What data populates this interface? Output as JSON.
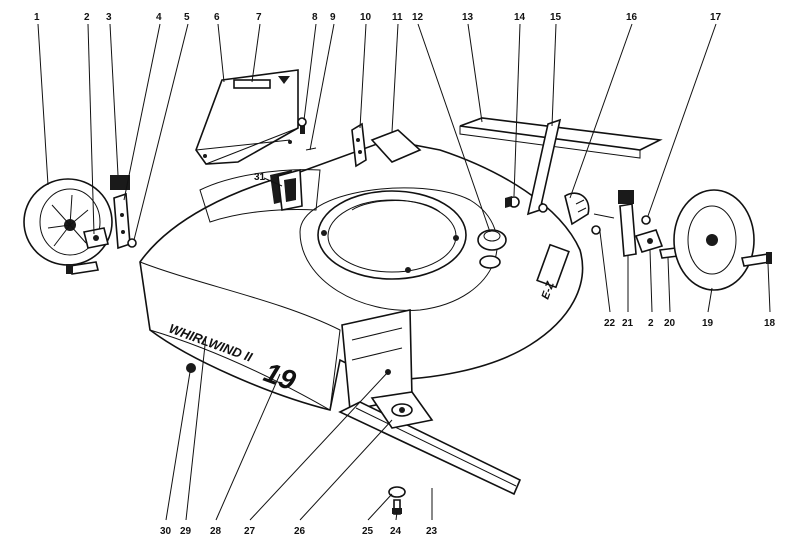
{
  "diagram": {
    "brand_text": "WHIRLWIND II",
    "deck_number": "19",
    "logo_text": "E-Z"
  },
  "callouts": [
    {
      "id": "1",
      "label": "1"
    },
    {
      "id": "2a",
      "label": "2"
    },
    {
      "id": "3",
      "label": "3"
    },
    {
      "id": "4",
      "label": "4"
    },
    {
      "id": "5",
      "label": "5"
    },
    {
      "id": "6",
      "label": "6"
    },
    {
      "id": "7",
      "label": "7"
    },
    {
      "id": "8",
      "label": "8"
    },
    {
      "id": "9",
      "label": "9"
    },
    {
      "id": "10",
      "label": "10"
    },
    {
      "id": "11",
      "label": "11"
    },
    {
      "id": "12",
      "label": "12"
    },
    {
      "id": "13",
      "label": "13"
    },
    {
      "id": "14",
      "label": "14"
    },
    {
      "id": "15",
      "label": "15"
    },
    {
      "id": "16",
      "label": "16"
    },
    {
      "id": "17",
      "label": "17"
    },
    {
      "id": "18",
      "label": "18"
    },
    {
      "id": "19",
      "label": "19"
    },
    {
      "id": "20",
      "label": "20"
    },
    {
      "id": "2b",
      "label": "2"
    },
    {
      "id": "21",
      "label": "21"
    },
    {
      "id": "22",
      "label": "22"
    },
    {
      "id": "23",
      "label": "23"
    },
    {
      "id": "24",
      "label": "24"
    },
    {
      "id": "25",
      "label": "25"
    },
    {
      "id": "26",
      "label": "26"
    },
    {
      "id": "27",
      "label": "27"
    },
    {
      "id": "28",
      "label": "28"
    },
    {
      "id": "29",
      "label": "29"
    },
    {
      "id": "30",
      "label": "30"
    },
    {
      "id": "31",
      "label": "31"
    }
  ]
}
